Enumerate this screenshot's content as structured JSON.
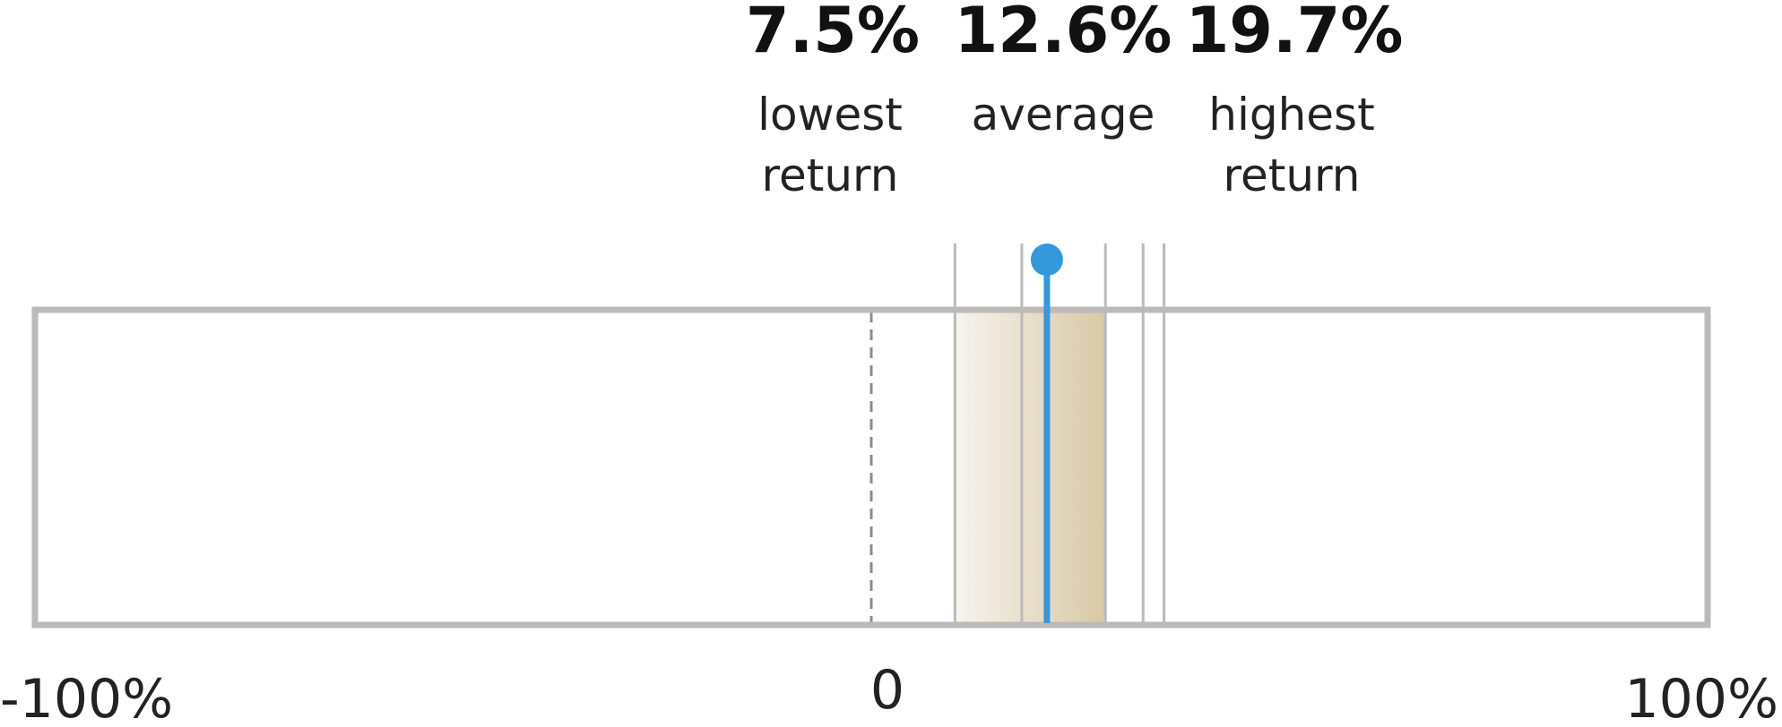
{
  "chart_data": {
    "type": "range",
    "xlim": [
      -100,
      100
    ],
    "axis_labels": [
      "-100%",
      "0",
      "100%"
    ],
    "lowest": {
      "value": 7.5,
      "display": "7.5%",
      "label_lines": [
        "lowest",
        "return"
      ]
    },
    "average": {
      "value": 12.6,
      "display": "12.6%",
      "label_lines": [
        "average"
      ]
    },
    "highest": {
      "value": 19.7,
      "display": "19.7%",
      "label_lines": [
        "highest",
        "return"
      ]
    },
    "shaded_range": [
      10,
      28
    ],
    "reference_lines": [
      10,
      18,
      28,
      32.5,
      35
    ],
    "marker_value": 21,
    "colors": {
      "frame": "#bcb9b9",
      "reference_line": "#bcb9b9",
      "zero_line": "#8c8c8c",
      "marker": "#3498db",
      "band_start": "#f7f4ef",
      "band_end": "#d8c8a5"
    }
  }
}
